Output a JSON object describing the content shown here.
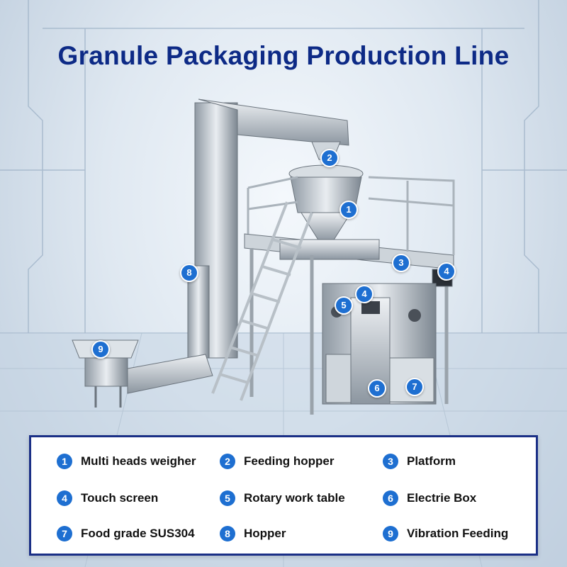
{
  "title": "Granule Packaging Production Line",
  "colors": {
    "title": "#0d2a86",
    "badge": "#1e6fd1",
    "legend_border": "#1a2f86"
  },
  "markers": [
    "1",
    "2",
    "3",
    "4",
    "4",
    "5",
    "6",
    "7",
    "8",
    "9"
  ],
  "legend": {
    "items": [
      {
        "num": "1",
        "label": "Multi heads weigher"
      },
      {
        "num": "2",
        "label": "Feeding hopper"
      },
      {
        "num": "3",
        "label": "Platform"
      },
      {
        "num": "4",
        "label": "Touch screen"
      },
      {
        "num": "5",
        "label": "Rotary work table"
      },
      {
        "num": "6",
        "label": "Electrie Box"
      },
      {
        "num": "7",
        "label": "Food grade SUS304"
      },
      {
        "num": "8",
        "label": "Hopper"
      },
      {
        "num": "9",
        "label": "Vibration Feeding"
      }
    ]
  }
}
